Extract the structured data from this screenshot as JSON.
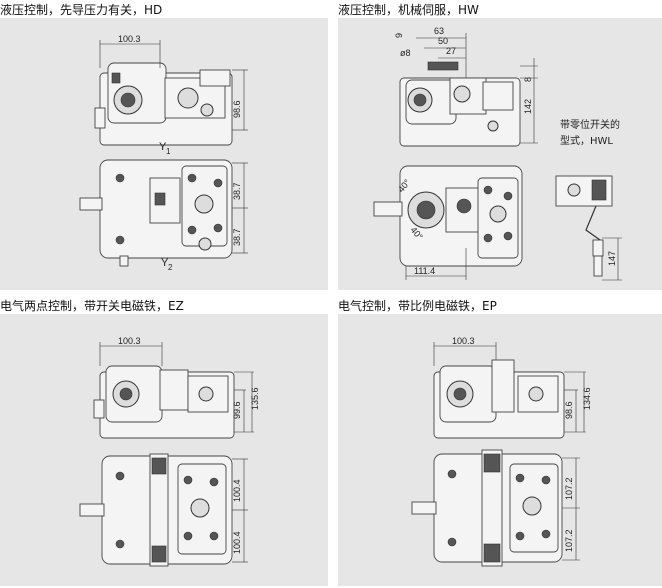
{
  "panels": {
    "hd": {
      "title": "液压控制，先导压力有关，HD",
      "dims": {
        "width_top": "100.3",
        "h_top": "98.6",
        "v_up": "38.7",
        "v_down": "38.7",
        "label_y1": "Y",
        "label_y1_sub": "1",
        "label_y2": "Y",
        "label_y2_sub": "2"
      }
    },
    "hw": {
      "title": "液压控制，机械伺服，HW",
      "dims": {
        "d9": "9",
        "d63": "63",
        "d50": "50",
        "d27": "27",
        "phi8": "ø8",
        "d8": "8",
        "d142": "142",
        "ang1": "40°",
        "ang2": "40°",
        "d111": "111.4",
        "d147": "147"
      },
      "note_line1": "带零位开关的",
      "note_line2": "型式，HWL"
    },
    "ez": {
      "title": "电气两点控制，带开关电磁铁，EZ",
      "dims": {
        "width_top": "100.3",
        "h1": "99.6",
        "h2": "135.6",
        "v_up": "100.4",
        "v_down": "100.4"
      }
    },
    "ep": {
      "title": "电气控制，带比例电磁铁，EP",
      "dims": {
        "width_top": "100.3",
        "h1": "98.6",
        "h2": "134.6",
        "v_up": "107.2",
        "v_down": "107.2"
      }
    }
  }
}
